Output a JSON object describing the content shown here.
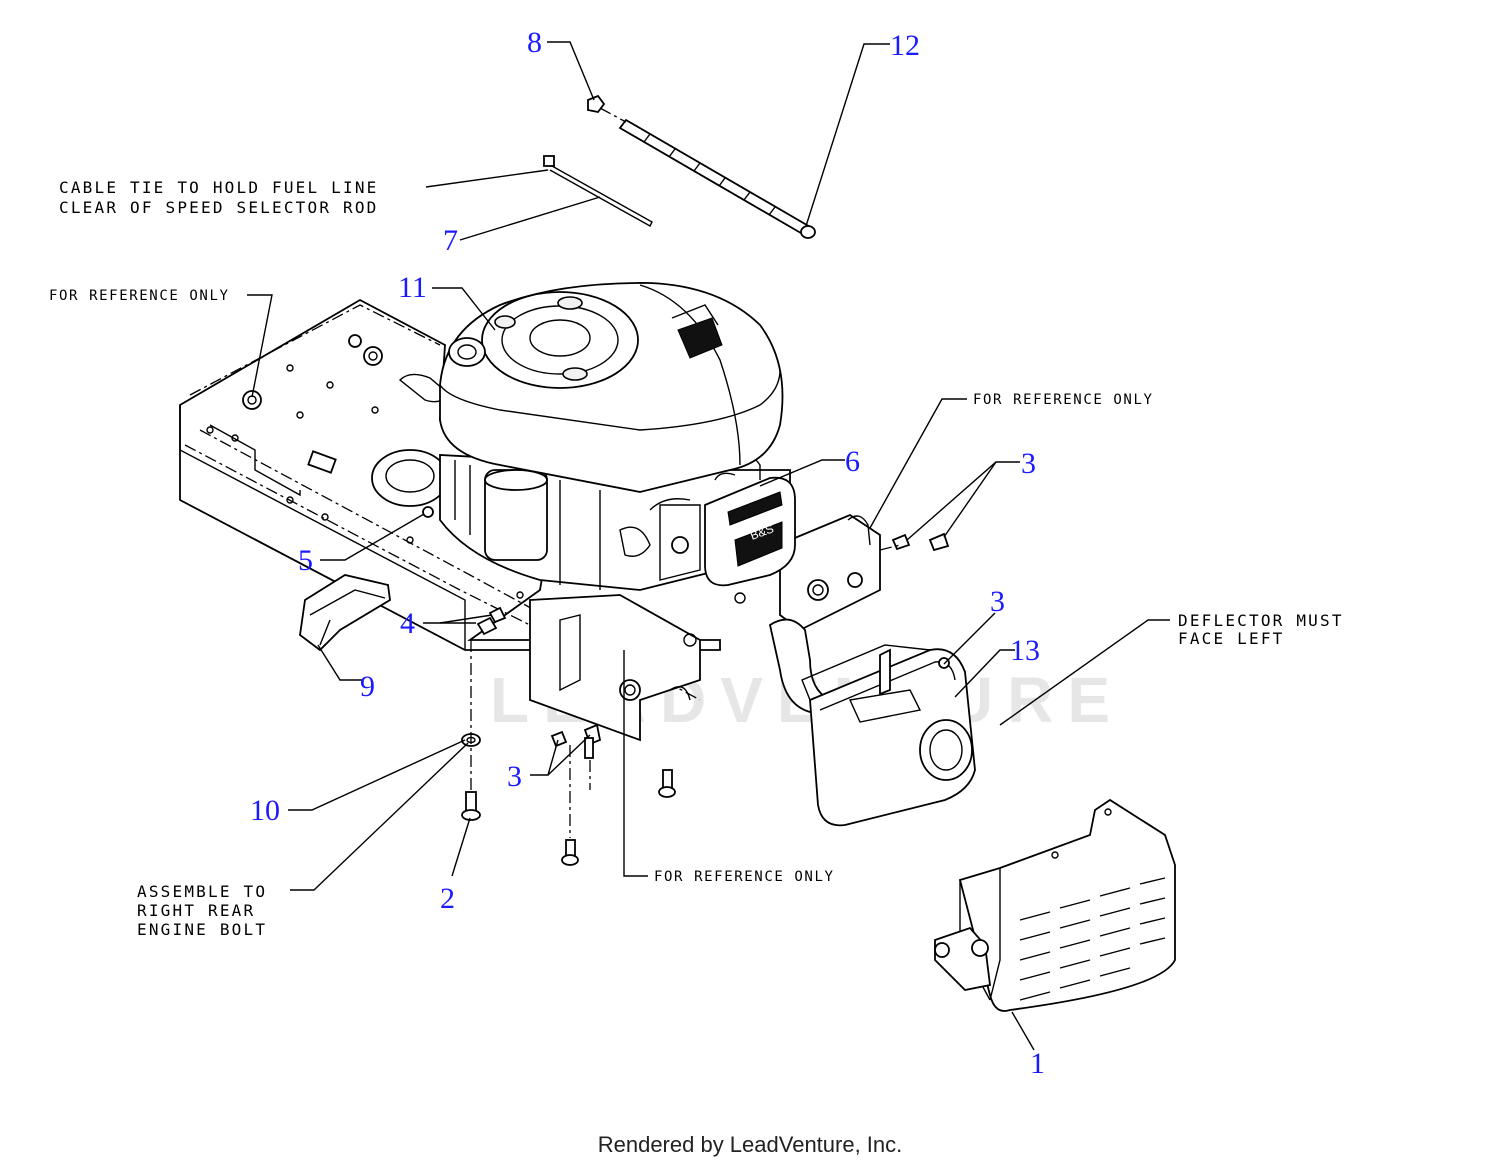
{
  "callouts": [
    {
      "id": "8",
      "text": "8"
    },
    {
      "id": "12",
      "text": "12"
    },
    {
      "id": "7",
      "text": "7"
    },
    {
      "id": "11",
      "text": "11"
    },
    {
      "id": "6",
      "text": "6"
    },
    {
      "id": "3a",
      "text": "3"
    },
    {
      "id": "5",
      "text": "5"
    },
    {
      "id": "4",
      "text": "4"
    },
    {
      "id": "9",
      "text": "9"
    },
    {
      "id": "3b",
      "text": "3"
    },
    {
      "id": "13",
      "text": "13"
    },
    {
      "id": "10",
      "text": "10"
    },
    {
      "id": "3c",
      "text": "3"
    },
    {
      "id": "2",
      "text": "2"
    },
    {
      "id": "1",
      "text": "1"
    }
  ],
  "notes": {
    "cable_tie_line1": "CABLE TIE TO HOLD FUEL LINE",
    "cable_tie_line2": "CLEAR OF SPEED SELECTOR ROD",
    "ref_only_left": "FOR REFERENCE ONLY",
    "ref_only_right": "FOR REFERENCE ONLY",
    "ref_only_bottom": "FOR REFERENCE ONLY",
    "deflector_line1": "DEFLECTOR MUST",
    "deflector_line2": "FACE LEFT",
    "assemble_line1": "ASSEMBLE TO",
    "assemble_line2": "RIGHT REAR",
    "assemble_line3": "ENGINE BOLT"
  },
  "watermark": "LEADVENTURE",
  "footer": "Rendered by LeadVenture, Inc.",
  "colors": {
    "callout": "#1a1aff",
    "lines": "#000000",
    "watermark": "#e6e6e6",
    "background": "#ffffff"
  }
}
